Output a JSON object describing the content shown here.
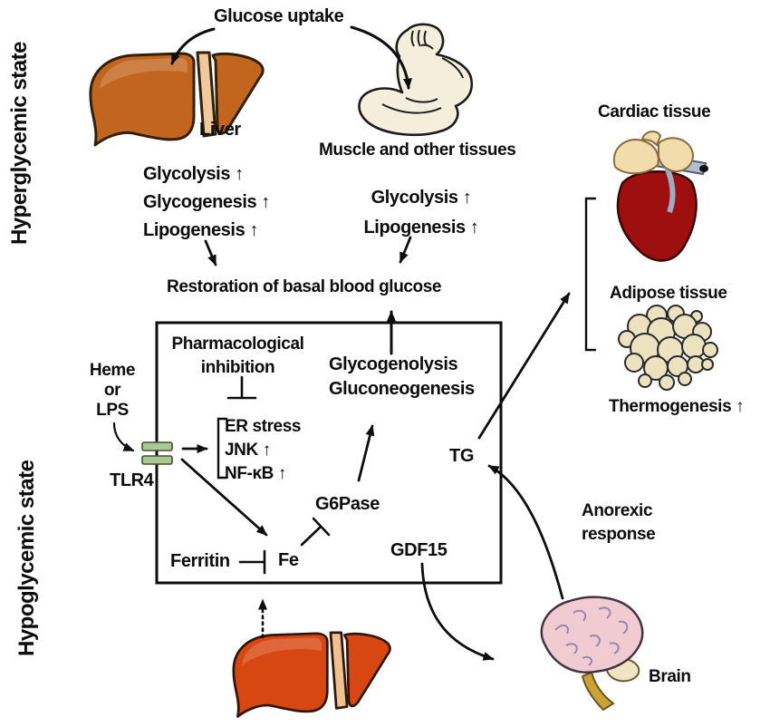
{
  "side_labels": {
    "hyperglycemic": "Hyperglycemic state",
    "hypoglycemic": "Hypoglycemic state"
  },
  "hyperglycemic_section": {
    "glucose_uptake": "Glucose uptake",
    "liver": {
      "label": "Liver",
      "effects": [
        "Glycolysis ↑",
        "Glycogenesis ↑",
        "Lipogenesis ↑"
      ]
    },
    "muscle": {
      "label": "Muscle and other tissues",
      "effects": [
        "Glycolysis ↑",
        "Lipogenesis ↑"
      ]
    },
    "restoration": "Restoration of basal blood glucose"
  },
  "signaling_box": {
    "pharmacological_inhibition": {
      "line1": "Pharmacological",
      "line2": "inhibition"
    },
    "stress_pathway": [
      "ER stress",
      "JNK ↑",
      "NF-κB ↑"
    ],
    "glucose_production": [
      "Glycogenolysis",
      "Gluconeogenesis"
    ],
    "g6pase": "G6Pase",
    "ferritin": "Ferritin",
    "fe": "Fe",
    "gdf15": "GDF15",
    "tg": "TG"
  },
  "receptor": {
    "ligand": {
      "line1": "Heme",
      "line2": "or",
      "line3": "LPS"
    },
    "name": "TLR4"
  },
  "right_column": {
    "cardiac": "Cardiac tissue",
    "adipose": "Adipose tissue",
    "thermogenesis": "Thermogenesis ↑"
  },
  "bottom_section": {
    "anorexic": {
      "line1": "Anorexic",
      "line2": "response"
    },
    "brain": "Brain"
  },
  "icons": {
    "liver_top": "liver-icon",
    "muscle": "muscle-icon",
    "heart": "heart-icon",
    "adipose": "adipose-icon",
    "liver_bottom": "liver-icon",
    "brain": "brain-icon",
    "tlr4_receptor": "receptor-icon"
  },
  "colors": {
    "liver_top": "#c2661f",
    "liver_bottom": "#d84612",
    "liver_band": "#f2c99c",
    "heart_red": "#9e1010",
    "cream": "#f2dcae",
    "vessel_blue": "#b4bed2",
    "adipose_beige": "#ece2c0",
    "brain_pink": "#f0ccd2",
    "brainstem_tan": "#c9a337",
    "receptor_green": "#abc994",
    "ink": "#0d0d0d"
  }
}
